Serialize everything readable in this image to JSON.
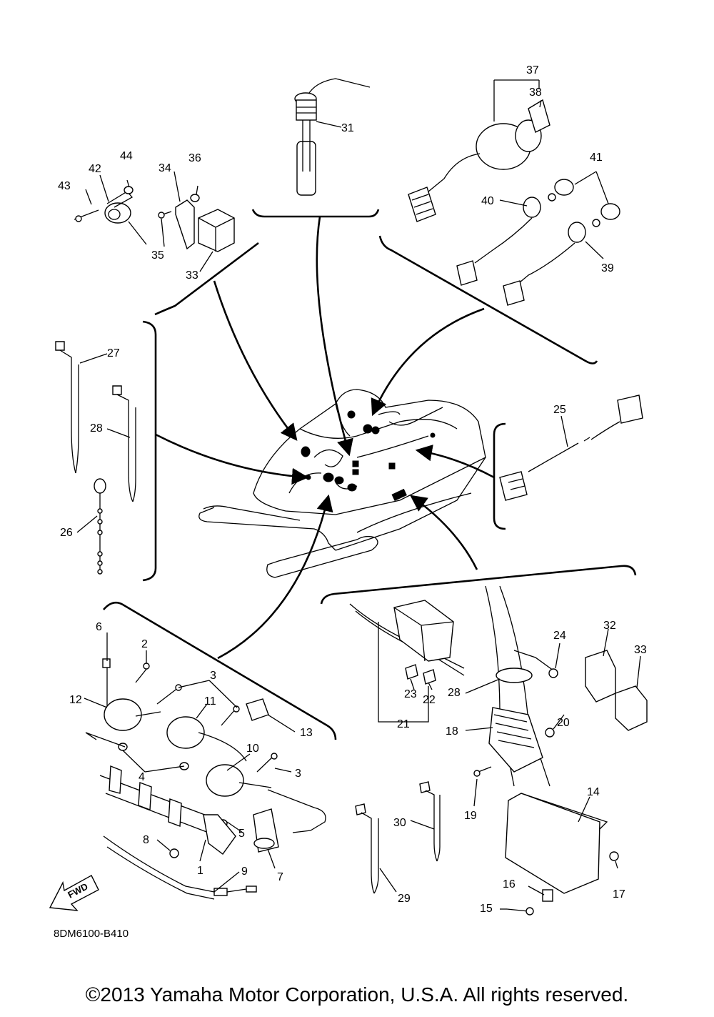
{
  "diagram": {
    "part_code": "8DM6100-B410",
    "fwd_label": "FWD",
    "copyright": "©2013 Yamaha Motor Corporation, U.S.A. All rights reserved.",
    "callouts": {
      "c1": "1",
      "c2": "2",
      "c3a": "3",
      "c3b": "3",
      "c4": "4",
      "c5": "5",
      "c6": "6",
      "c7": "7",
      "c8": "8",
      "c9": "9",
      "c10": "10",
      "c11": "11",
      "c12": "12",
      "c13": "13",
      "c14": "14",
      "c15": "15",
      "c16": "16",
      "c17": "17",
      "c18": "18",
      "c19": "19",
      "c20": "20",
      "c21": "21",
      "c22": "22",
      "c23": "23",
      "c24": "24",
      "c25": "25",
      "c26": "26",
      "c27": "27",
      "c28a": "28",
      "c28b": "28",
      "c29": "29",
      "c30": "30",
      "c31": "31",
      "c32": "32",
      "c33a": "33",
      "c33b": "33",
      "c34": "34",
      "c35": "35",
      "c36": "36",
      "c37": "37",
      "c38": "38",
      "c39": "39",
      "c40": "40",
      "c41": "41",
      "c42": "42",
      "c43": "43",
      "c44": "44"
    }
  }
}
